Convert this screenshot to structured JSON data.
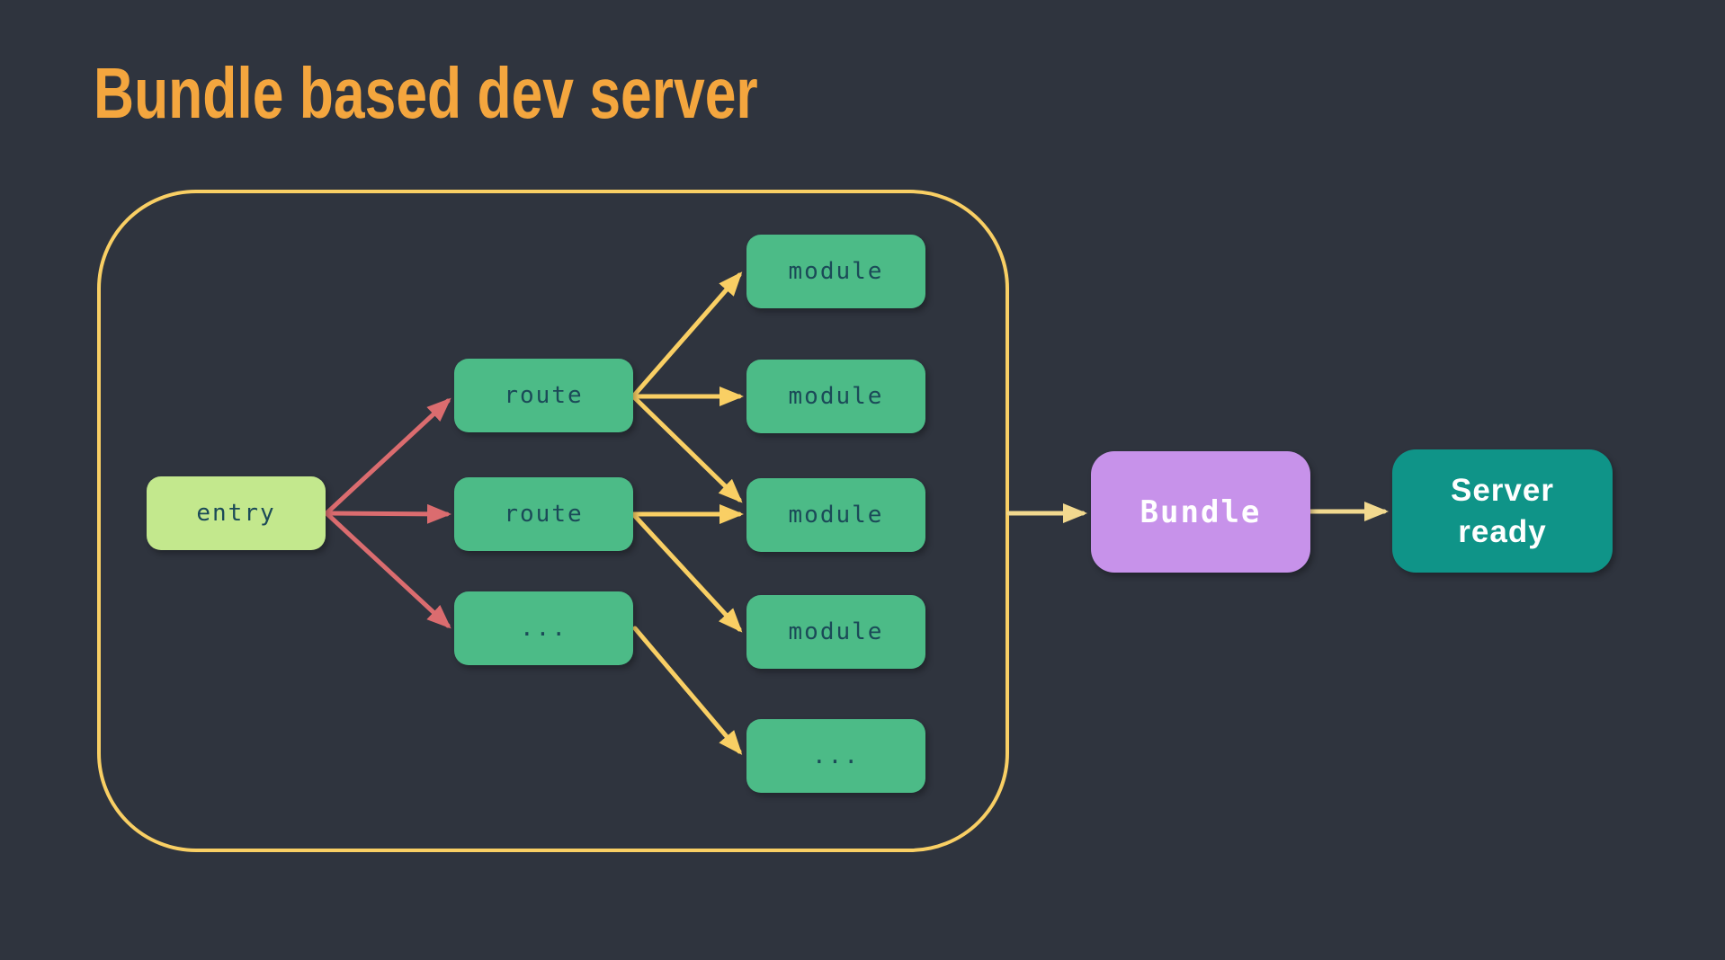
{
  "title": "Bundle based dev server",
  "nodes": {
    "entry": "entry",
    "route1": "route",
    "route2": "route",
    "more_routes": "...",
    "module1": "module",
    "module2": "module",
    "module3": "module",
    "module4": "module",
    "more_modules": "...",
    "bundle": "Bundle",
    "server_ready": "Server ready"
  },
  "colors": {
    "background": "#2F343E",
    "title_color": "#F4A63E",
    "container_border": "#F9CF64",
    "arrow_yellow": "#F9CF64",
    "arrow_pale": "#F2D98F",
    "arrow_red": "#DB6C6F",
    "node_green": "#4CBB87",
    "entry_bg": "#C3E88D",
    "node_text": "#1B4A58",
    "bundle_bg": "#C792EA",
    "server_bg": "#0F9488",
    "light_text": "#FFFFFF"
  }
}
